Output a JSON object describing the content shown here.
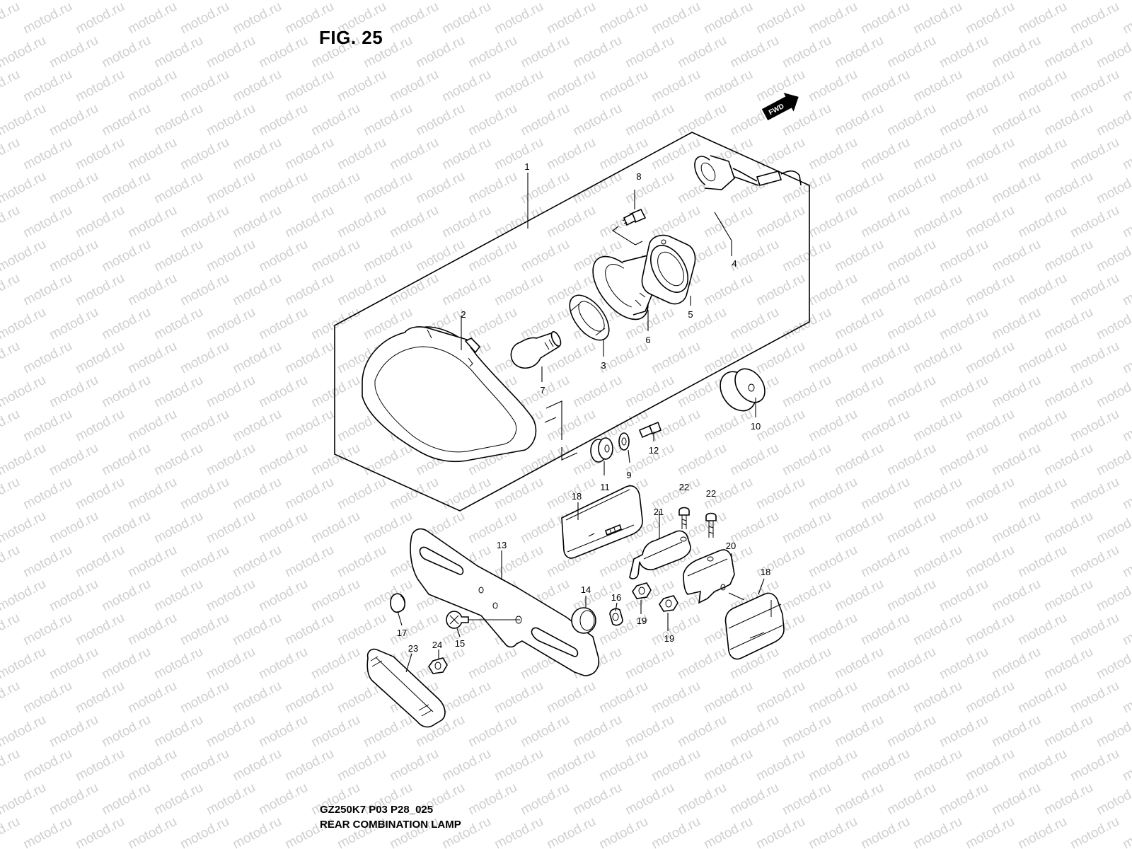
{
  "figure": {
    "title": "FIG. 25",
    "code": "GZ250K7 P03 P28_025",
    "name": "REAR COMBINATION LAMP"
  },
  "watermark": {
    "text": "motod.ru",
    "color": "#cfcfcf"
  },
  "forward_badge": {
    "text": "FWD"
  },
  "callouts": {
    "p1": "1",
    "p2": "2",
    "p3": "3",
    "p4": "4",
    "p5": "5",
    "p6": "6",
    "p7": "7",
    "p8": "8",
    "p9": "9",
    "p10": "10",
    "p11": "11",
    "p12": "12",
    "p13": "13",
    "p14": "14",
    "p15": "15",
    "p16": "16",
    "p17": "17",
    "p18a": "18",
    "p18b": "18",
    "p19a": "19",
    "p19b": "19",
    "p20": "20",
    "p21": "21",
    "p22a": "22",
    "p22b": "22",
    "p23": "23",
    "p24": "24"
  },
  "colors": {
    "ink": "#000000",
    "paper": "#ffffff"
  }
}
